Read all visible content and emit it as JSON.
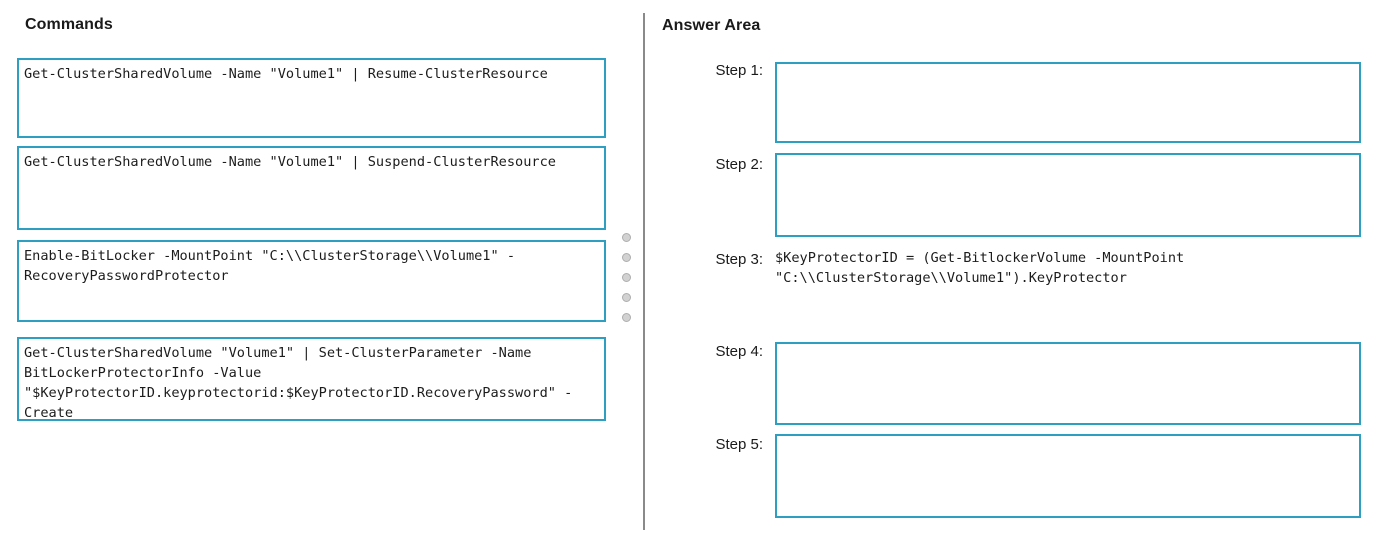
{
  "commands": {
    "title": "Commands",
    "items": [
      {
        "text": "Get-ClusterSharedVolume -Name \"Volume1\" | Resume-ClusterResource"
      },
      {
        "text": "Get-ClusterSharedVolume -Name \"Volume1\" | Suspend-ClusterResource"
      },
      {
        "text": "Enable-BitLocker -MountPoint \"C:\\\\ClusterStorage\\\\Volume1\" -\nRecoveryPasswordProtector"
      },
      {
        "text": "Get-ClusterSharedVolume \"Volume1\" | Set-ClusterParameter -Name\nBitLockerProtectorInfo -Value\n\"$KeyProtectorID.keyprotectorid:$KeyProtectorID.RecoveryPassword\" -\nCreate"
      }
    ]
  },
  "answer_area": {
    "title": "Answer Area",
    "steps": [
      {
        "label": "Step 1:",
        "content": ""
      },
      {
        "label": "Step 2:",
        "content": ""
      },
      {
        "label": "Step 3:",
        "content": "$KeyProtectorID = (Get-BitlockerVolume -MountPoint\n\"C:\\\\ClusterStorage\\\\Volume1\").KeyProtector"
      },
      {
        "label": "Step 4:",
        "content": ""
      },
      {
        "label": "Step 5:",
        "content": ""
      }
    ]
  },
  "colors": {
    "box_border": "#2E9FC0",
    "divider": "#8A8A8A",
    "dot": "#D2D2D2"
  }
}
